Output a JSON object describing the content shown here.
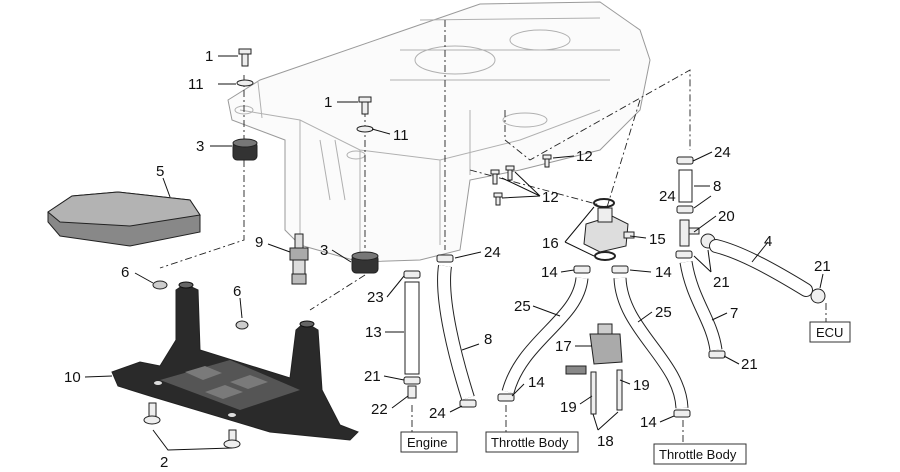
{
  "callouts": {
    "c1a": "1",
    "c11a": "11",
    "c1b": "1",
    "c11b": "11",
    "c3a": "3",
    "c5": "5",
    "c9": "9",
    "c3b": "3",
    "c6a": "6",
    "c6b": "6",
    "c10": "10",
    "c2": "2",
    "c12a": "12",
    "c12b": "12",
    "c16": "16",
    "c15": "15",
    "c24a": "24",
    "c24b": "24",
    "c8a": "8",
    "c24c": "24",
    "c20": "20",
    "c4": "4",
    "c21a": "21",
    "c21b": "21",
    "c14a": "14",
    "c14b": "14",
    "c23": "23",
    "c13": "13",
    "c8b": "8",
    "c25a": "25",
    "c25b": "25",
    "c7": "7",
    "c17": "17",
    "c21c": "21",
    "c14c": "14",
    "c19a": "19",
    "c19b": "19",
    "c21d": "21",
    "c22": "22",
    "c24d": "24",
    "c18": "18",
    "c14d": "14"
  },
  "labels": {
    "engine": "Engine",
    "throttle_body_1": "Throttle Body",
    "throttle_body_2": "Throttle Body",
    "ecu": "ECU"
  }
}
